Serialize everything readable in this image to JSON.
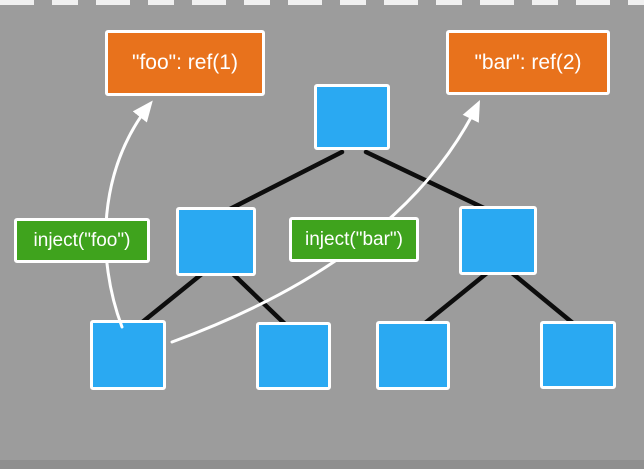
{
  "canvas": {
    "background_color": "#9c9c9c",
    "node_color": "#2aa9f2",
    "provide_color": "#e8721c",
    "inject_color": "#3fa31d",
    "edge_color": "#0d0d0d",
    "arrow_color": "#ffffff"
  },
  "provide_boxes": [
    {
      "id": "foo",
      "label": "\"foo\": ref(1)"
    },
    {
      "id": "bar",
      "label": "\"bar\": ref(2)"
    }
  ],
  "inject_boxes": [
    {
      "id": "inject-foo",
      "label": "inject(\"foo\")"
    },
    {
      "id": "inject-bar",
      "label": "inject(\"bar\")"
    }
  ],
  "tree": {
    "nodes": [
      {
        "id": "root"
      },
      {
        "id": "child-left"
      },
      {
        "id": "child-right"
      },
      {
        "id": "leaf-1"
      },
      {
        "id": "leaf-2"
      },
      {
        "id": "leaf-3"
      },
      {
        "id": "leaf-4"
      }
    ],
    "edges": [
      "root-child-left",
      "root-child-right",
      "child-left-leaf-1",
      "child-left-leaf-2",
      "child-right-leaf-3",
      "child-right-leaf-4"
    ],
    "arrows": [
      "leaf-1-to-provide-foo",
      "leaf-1-to-provide-bar"
    ]
  }
}
